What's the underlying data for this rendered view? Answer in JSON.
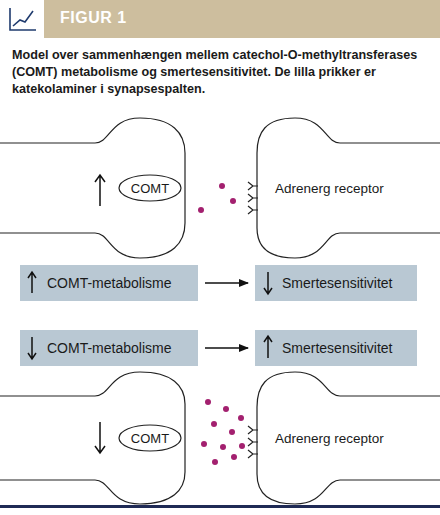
{
  "diagram": {
    "title": "FIGUR 1",
    "caption": "Model over sammenhængen mellem catechol-O-methyltransferases (COMT) metabolisme og smertesensitivitet. De lilla prikker er katekolaminer i synapsespalten.",
    "nodes": [
      {
        "text": [
          "COMT"
        ]
      },
      {
        "text": [
          "Adrenerg receptor"
        ]
      },
      {
        "text": [
          "COMT-metabolisme"
        ]
      },
      {
        "text": [
          "Smertesensitivitet"
        ]
      },
      {
        "text": [
          "COMT-metabolisme"
        ]
      },
      {
        "text": [
          "Smertesensitivitet"
        ]
      },
      {
        "text": [
          "COMT"
        ]
      },
      {
        "text": [
          "Adrenerg receptor"
        ]
      }
    ],
    "edges": [
      {
        "from": 2,
        "to": 3,
        "arrow": "to"
      },
      {
        "from": 4,
        "to": 5,
        "arrow": "to"
      }
    ]
  }
}
